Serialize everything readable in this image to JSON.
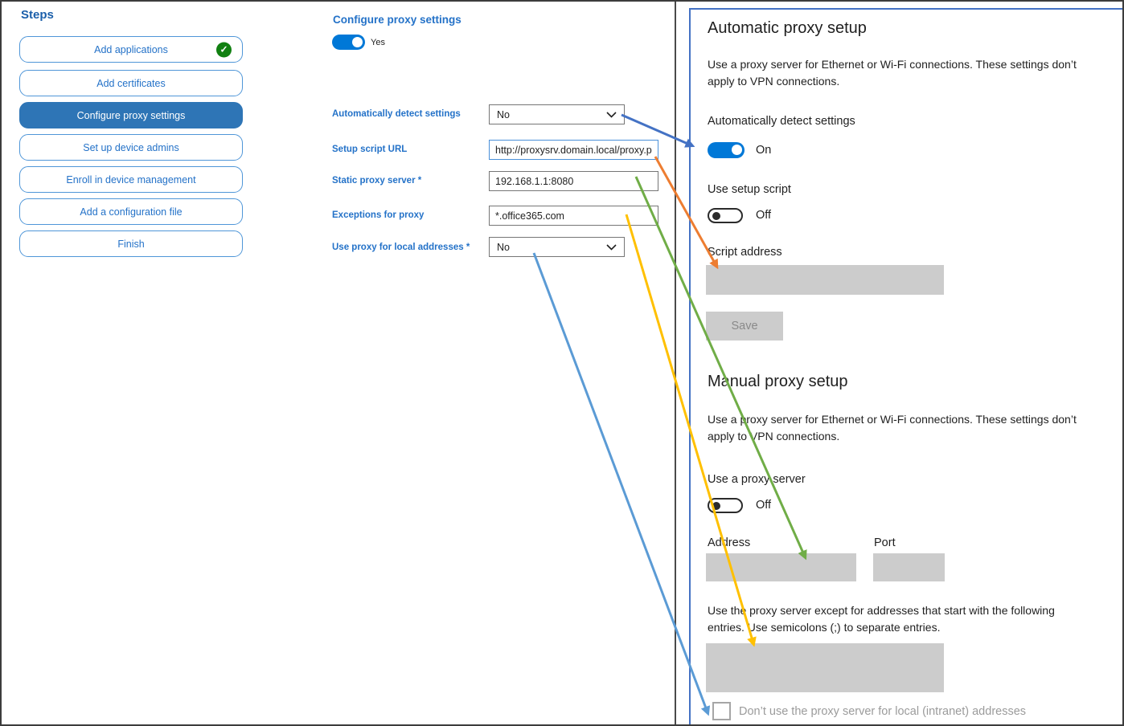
{
  "sidebar": {
    "title": "Steps",
    "items": [
      {
        "label": "Add applications",
        "status": "completed"
      },
      {
        "label": "Add certificates",
        "status": "default"
      },
      {
        "label": "Configure proxy settings",
        "status": "selected"
      },
      {
        "label": "Set up device admins",
        "status": "default"
      },
      {
        "label": "Enroll in device management",
        "status": "default"
      },
      {
        "label": "Add a configuration file",
        "status": "default"
      },
      {
        "label": "Finish",
        "status": "default"
      }
    ]
  },
  "form": {
    "header": "Configure proxy settings",
    "enabled_toggle": {
      "state": "on",
      "label": "Yes"
    },
    "fields": [
      {
        "label": "Automatically detect settings",
        "type": "dropdown",
        "value": "No"
      },
      {
        "label": "Setup script URL",
        "type": "text",
        "value": "http://proxysrv.domain.local/proxy.pa"
      },
      {
        "label": "Static proxy server *",
        "type": "text",
        "value": "192.168.1.1:8080"
      },
      {
        "label": "Exceptions for proxy",
        "type": "text",
        "value": "*.office365.com"
      },
      {
        "label": "Use proxy for local addresses *",
        "type": "dropdown",
        "value": "No"
      }
    ]
  },
  "settings_panel": {
    "automatic": {
      "heading": "Automatic proxy setup",
      "description": "Use a proxy server for Ethernet or Wi-Fi connections. These settings don’t apply to VPN connections.",
      "auto_detect_label": "Automatically detect settings",
      "auto_detect_state": "On",
      "setup_script_label": "Use setup script",
      "setup_script_state": "Off",
      "script_address_label": "Script address",
      "save_button": "Save"
    },
    "manual": {
      "heading": "Manual proxy setup",
      "description": "Use a proxy server for Ethernet or Wi-Fi connections. These settings don’t apply to VPN connections.",
      "use_proxy_label": "Use a proxy server",
      "use_proxy_state": "Off",
      "address_label": "Address",
      "port_label": "Port",
      "exceptions_description": "Use the proxy server except for addresses that start with the following entries. Use semicolons (;) to separate entries.",
      "local_checkbox_label": "Don’t use the proxy server for local (intranet) addresses"
    }
  },
  "arrows": [
    {
      "color": "#4472c4",
      "from": "Automatically detect settings dropdown",
      "to": "Automatically detect settings toggle"
    },
    {
      "color": "#ed7d31",
      "from": "Setup script URL field",
      "to": "Script address box"
    },
    {
      "color": "#70ad47",
      "from": "Static proxy server field",
      "to": "Manual proxy Address box"
    },
    {
      "color": "#ffc000",
      "from": "Exceptions for proxy field",
      "to": "Proxy exceptions box"
    },
    {
      "color": "#5b9bd5",
      "from": "Use proxy for local addresses dropdown",
      "to": "Local intranet addresses checkbox"
    }
  ],
  "colors": {
    "toggle_on_blue": "#0078d7",
    "selected_step_bg": "#2e75b6",
    "label_blue": "#2472c8",
    "panel_border_blue": "#4472c4",
    "completed_green": "#118011",
    "disabled_gray_box": "#cccccc"
  }
}
